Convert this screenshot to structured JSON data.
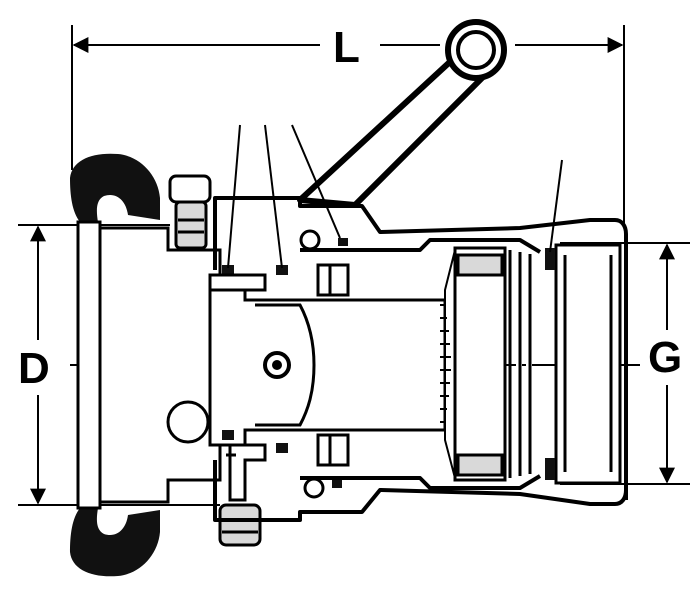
{
  "labels": {
    "length": "L",
    "diameter": "D",
    "thread": "G"
  },
  "colors": {
    "ink": "#000000",
    "paper": "#ffffff",
    "gasket": "#111111",
    "shade": "#d9d9d9"
  }
}
